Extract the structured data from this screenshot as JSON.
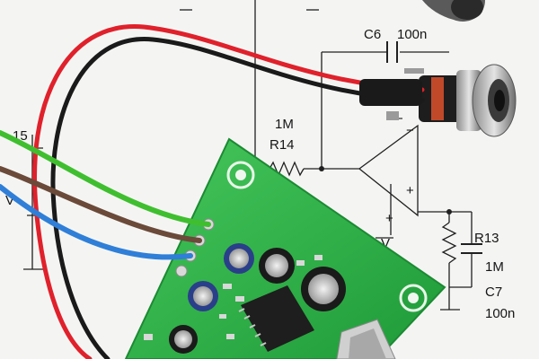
{
  "schematic": {
    "labels": {
      "c6": "C6",
      "c6_value": "100n",
      "r14_value": "1M",
      "r14": "R14",
      "r13": "R13",
      "r13_value": "1M",
      "c7": "C7",
      "c7_value": "100n",
      "left_fragment": "15",
      "left_fragment_2": "V",
      "bottom_fragment": "V"
    },
    "opamp_signs": {
      "minus": "−",
      "plus": "+",
      "rail_minus": "−",
      "rail_plus": "+"
    }
  },
  "colors": {
    "paper": "#f4f5f3",
    "ink": "#202020",
    "pcb": "#2fb64a",
    "wire_red": "#e0212b",
    "wire_black": "#1a1a1a",
    "wire_green": "#3fbf2f",
    "wire_brown": "#6b4a3a",
    "wire_blue": "#2f7fd8"
  }
}
